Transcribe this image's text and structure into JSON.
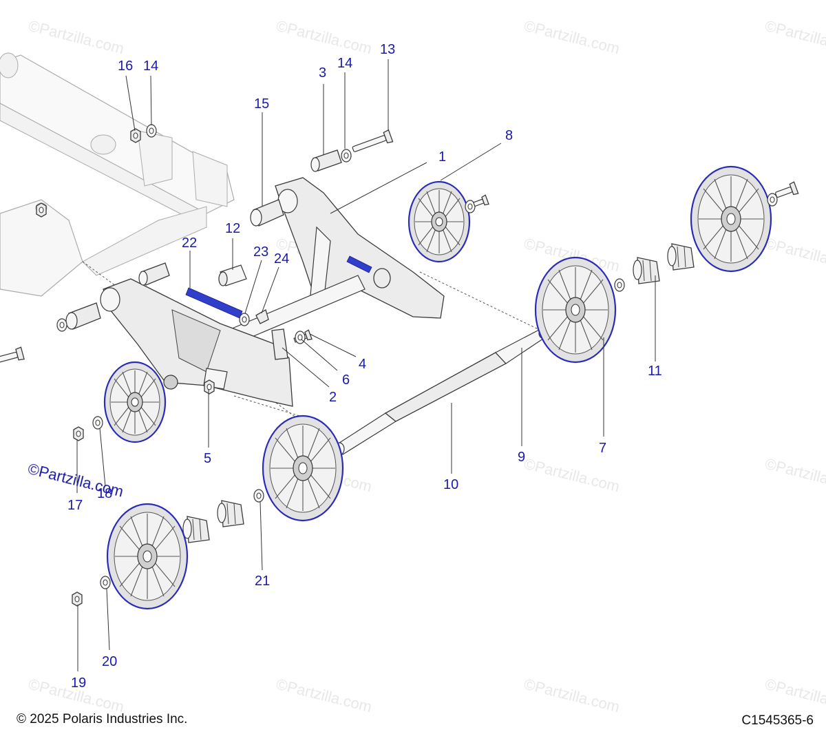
{
  "diagram": {
    "callouts": [
      "1",
      "2",
      "3",
      "4",
      "5",
      "6",
      "7",
      "8",
      "9",
      "10",
      "11",
      "12",
      "13",
      "14",
      "14",
      "15",
      "16",
      "17",
      "18",
      "19",
      "20",
      "21",
      "22",
      "23",
      "24"
    ],
    "watermark": "©Partzilla.com",
    "accent_color": "#1a1aa8",
    "rim_color": "#2b2bb8",
    "spring_color": "#2f3fcc"
  },
  "footer": {
    "copyright": "© 2025 Polaris Industries Inc.",
    "diagram_code": "C1545365-6"
  }
}
